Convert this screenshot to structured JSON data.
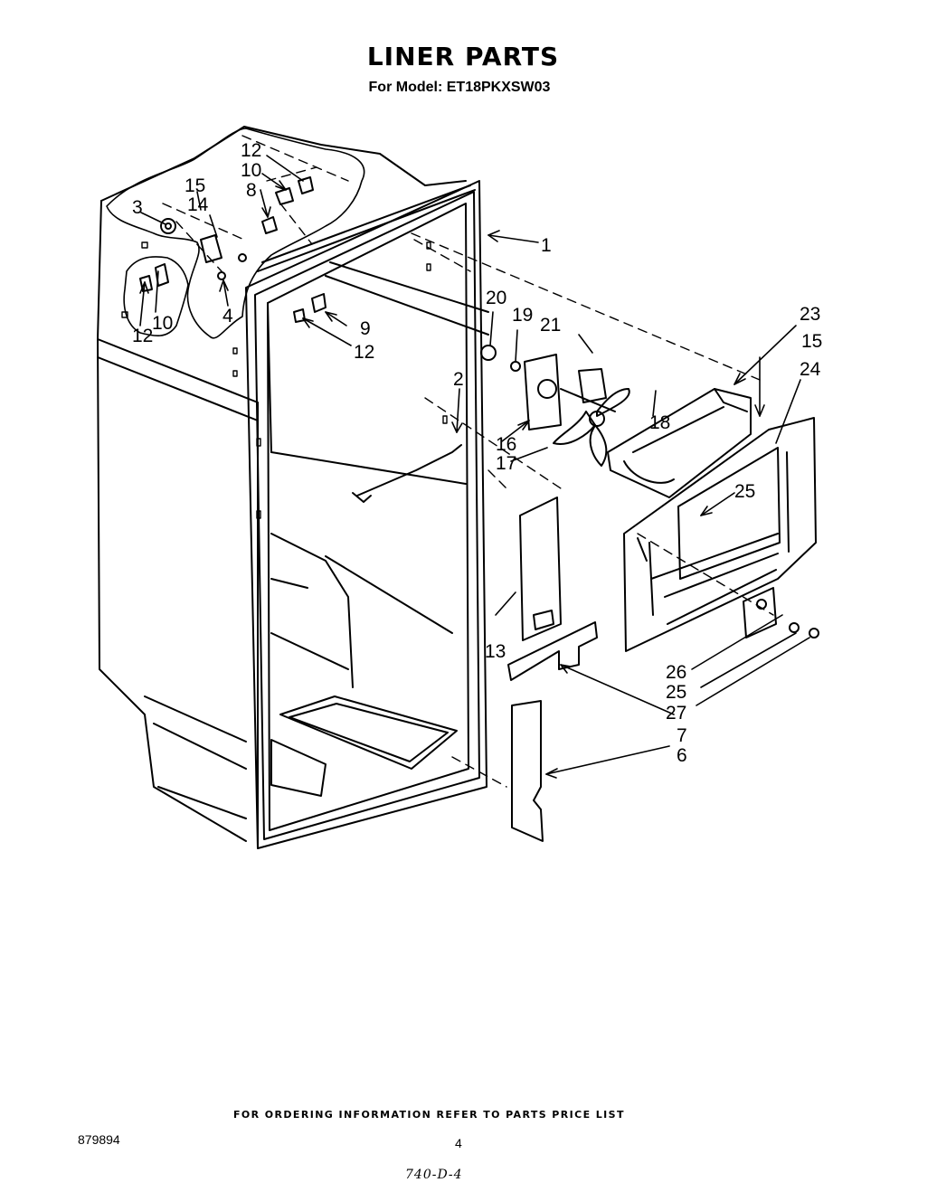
{
  "title": "LINER PARTS",
  "subtitle": "For Model: ET18PKXSW03",
  "footer_note": "FOR ORDERING INFORMATION REFER TO PARTS PRICE LIST",
  "doc_number": "879894",
  "page_number": "4",
  "handwritten_note": "740-D-4",
  "callouts": [
    "1",
    "2",
    "3",
    "4",
    "6",
    "7",
    "8",
    "9",
    "10",
    "10",
    "12",
    "12",
    "12",
    "13",
    "14",
    "15",
    "15",
    "16",
    "17",
    "18",
    "19",
    "20",
    "21",
    "23",
    "24",
    "25",
    "25",
    "26",
    "27"
  ]
}
